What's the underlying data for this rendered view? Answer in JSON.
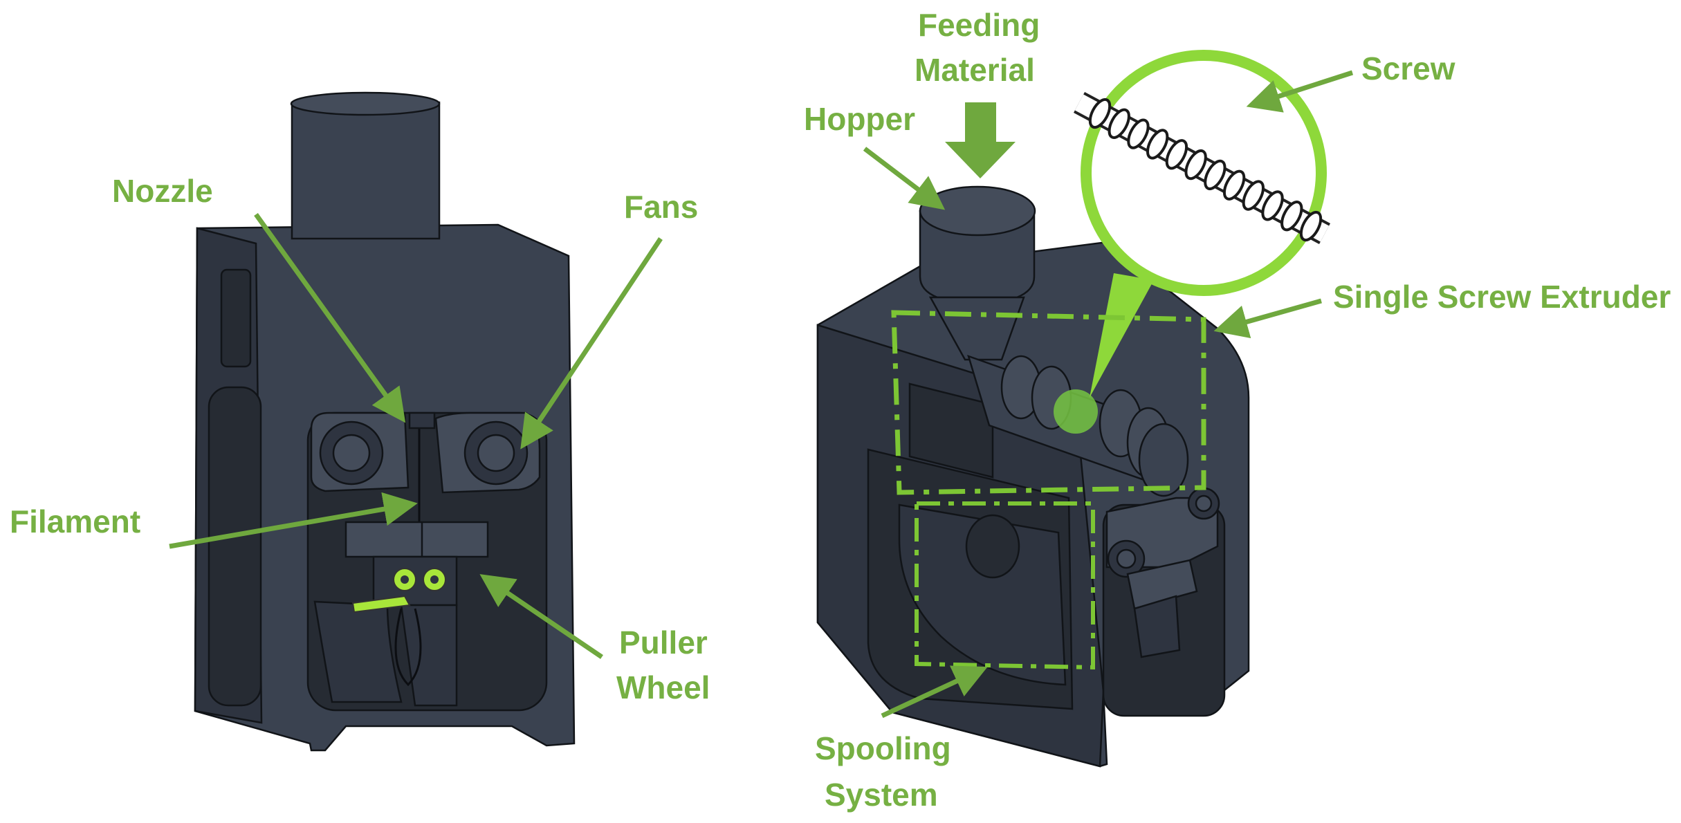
{
  "colors": {
    "label": "#76b043",
    "arrow": "#6fa83e",
    "highlight": "#8ed83a",
    "dashed_box": "#7dc634",
    "body": "#3a4250",
    "outline": "#111418"
  },
  "labels": {
    "nozzle": "Nozzle",
    "fans": "Fans",
    "filament": "Filament",
    "puller_line1": "Puller",
    "puller_line2": "Wheel",
    "feeding_line1": "Feeding",
    "feeding_line2": "Material",
    "hopper": "Hopper",
    "screw": "Screw",
    "single_screw_extruder": "Single Screw Extruder",
    "spooling_line1": "Spooling",
    "spooling_line2": "System"
  }
}
